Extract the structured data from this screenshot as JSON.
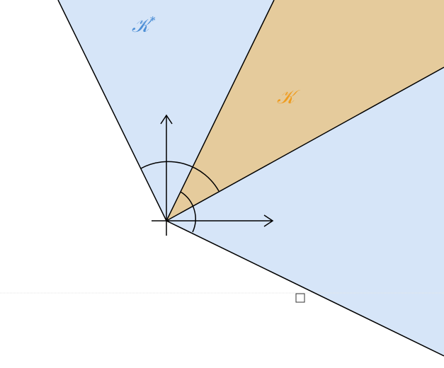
{
  "labels": {
    "dual_cone": "𝒦",
    "dual_cone_superscript": "*",
    "cone": "𝒦"
  },
  "colors": {
    "dual_cone_fill": "#d6e5f8",
    "cone_fill": "#e5cb9c",
    "dual_cone_label": "#4d8fd6",
    "cone_label": "#ef9c1f",
    "stroke": "#000000",
    "separator": "#e6e6e6"
  },
  "proof_end_symbol": "qed-square"
}
